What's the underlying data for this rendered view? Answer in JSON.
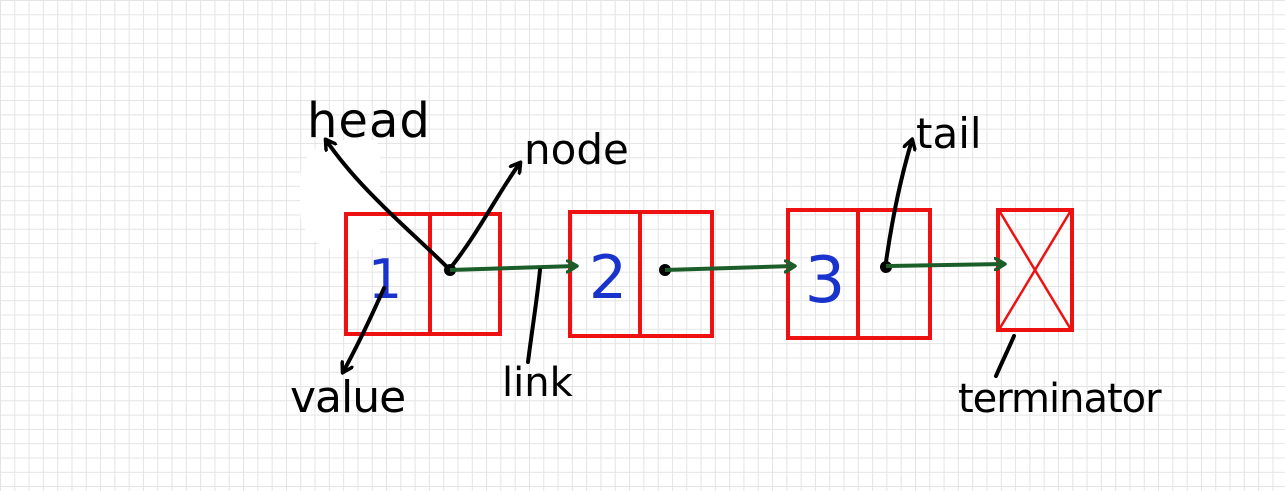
{
  "labels": {
    "head": "head",
    "node": "node",
    "tail": "tail",
    "value": "value",
    "link": "link",
    "terminator": "terminator"
  },
  "nodes": [
    {
      "value": "1"
    },
    {
      "value": "2"
    },
    {
      "value": "3"
    }
  ],
  "colors": {
    "box": "#ee1111",
    "value_text": "#1a33cc",
    "link_arrow": "#1b5e2a",
    "annotation": "#000000",
    "grid": "#e4e4e4"
  }
}
